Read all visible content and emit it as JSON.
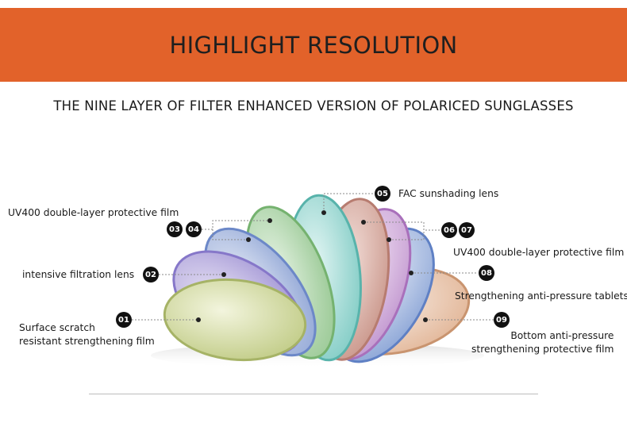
{
  "header": {
    "title": "HIGHLIGHT RESOLUTION"
  },
  "subtitle": "THE NINE LAYER OF FILTER ENHANCED VERSION OF POLARICED SUNGLASSES",
  "layers": [
    {
      "num": "01",
      "label_line1": "Surface scratch",
      "label_line2": "resistant strengthening film"
    },
    {
      "num": "02",
      "label": "intensive filtration lens"
    },
    {
      "num": "03"
    },
    {
      "num": "04",
      "label": "UV400 double-layer protective film"
    },
    {
      "num": "05",
      "label": "FAC sunshading lens"
    },
    {
      "num": "06"
    },
    {
      "num": "07",
      "label": "UV400 double-layer protective film"
    },
    {
      "num": "08",
      "label": "Strengthening anti-pressure tablets"
    },
    {
      "num": "09",
      "label_line1": "Bottom anti-pressure",
      "label_line2": "strengthening protective film"
    }
  ],
  "colors": {
    "banner": "#e2622a",
    "badge": "#111111"
  }
}
